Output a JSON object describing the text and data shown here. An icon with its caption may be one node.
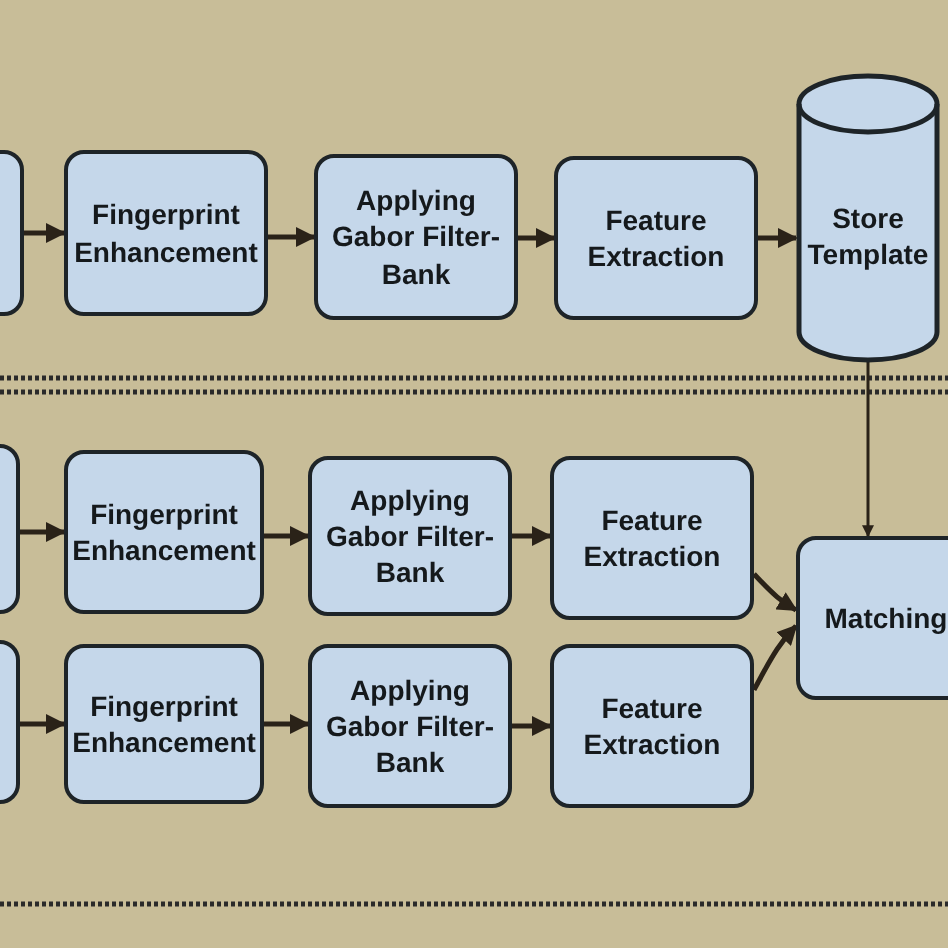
{
  "diagram": {
    "nodes": [
      {
        "text": [],
        "shape": "box"
      },
      {
        "text": [
          "Fingerprint Enhancement"
        ]
      },
      {
        "text": [
          "Applying Gabor Filter-Bank"
        ]
      },
      {
        "text": [
          "Feature Extraction"
        ]
      },
      {
        "text": [
          "Store Template"
        ]
      },
      {
        "text": [],
        "shape": "box"
      },
      {
        "text": [
          "Fingerprint Enhancement"
        ]
      },
      {
        "text": [
          "Applying Gabor Filter-Bank"
        ]
      },
      {
        "text": [
          "Feature Extraction"
        ]
      },
      {
        "text": [],
        "shape": "box"
      },
      {
        "text": [
          "Fingerprint Enhancement"
        ]
      },
      {
        "text": [
          "Applying Gabor Filter-Bank"
        ]
      },
      {
        "text": [
          "Feature Extraction"
        ]
      },
      {
        "text": [
          "Matching"
        ]
      }
    ],
    "edges": [
      {
        "from": 0,
        "to": 1,
        "arrow": "to"
      },
      {
        "from": 1,
        "to": 2,
        "arrow": "to"
      },
      {
        "from": 2,
        "to": 3,
        "arrow": "to"
      },
      {
        "from": 3,
        "to": 4,
        "arrow": "to"
      },
      {
        "from": 4,
        "to": 13,
        "arrow": "to"
      },
      {
        "from": 5,
        "to": 6,
        "arrow": "to"
      },
      {
        "from": 6,
        "to": 7,
        "arrow": "to"
      },
      {
        "from": 7,
        "to": 8,
        "arrow": "to"
      },
      {
        "from": 9,
        "to": 10,
        "arrow": "to"
      },
      {
        "from": 10,
        "to": 11,
        "arrow": "to"
      },
      {
        "from": 11,
        "to": 12,
        "arrow": "to"
      },
      {
        "from": 8,
        "to": 13,
        "arrow": "to"
      },
      {
        "from": 12,
        "to": 13,
        "arrow": "to"
      }
    ]
  }
}
